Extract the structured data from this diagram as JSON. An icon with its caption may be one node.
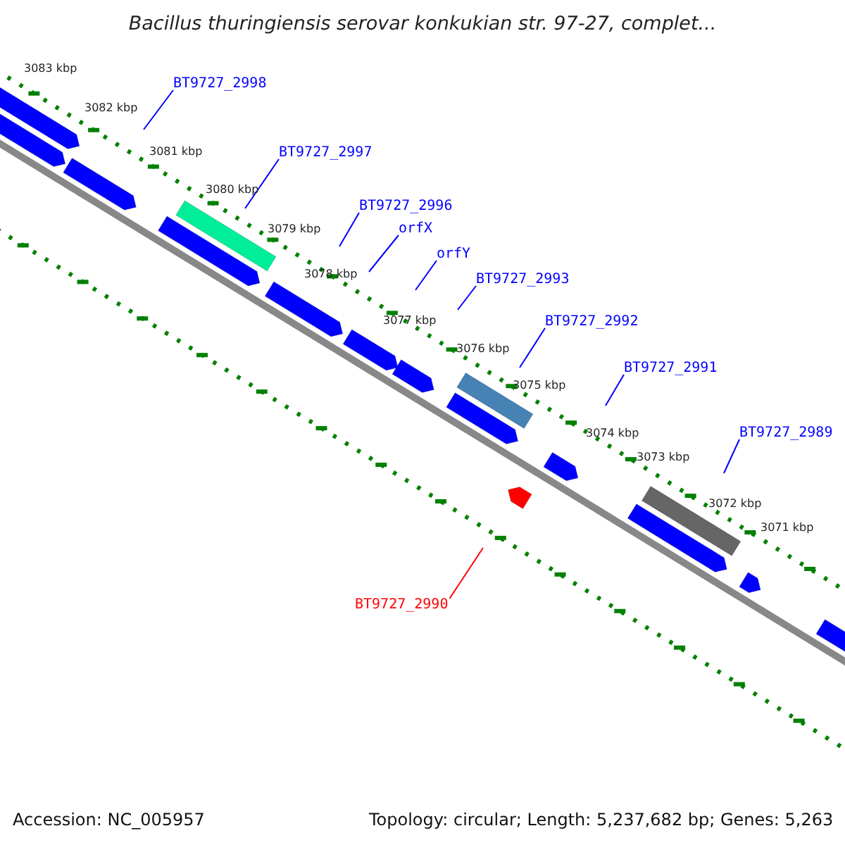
{
  "diagram": {
    "title": "Bacillus thuringiensis serovar konkukian str. 97-27, complet...",
    "nodes": [
      {
        "text": [
          "BT9727_2998"
        ]
      },
      {
        "text": [
          "BT9727_2997"
        ]
      },
      {
        "text": [
          "BT9727_2996"
        ]
      },
      {
        "text": [
          "orfX"
        ]
      },
      {
        "text": [
          "orfY"
        ]
      },
      {
        "text": [
          "BT9727_2993"
        ]
      },
      {
        "text": [
          "BT9727_2992"
        ]
      },
      {
        "text": [
          "BT9727_2991"
        ]
      },
      {
        "text": [
          "BT9727_2989"
        ]
      },
      {
        "text": [
          "BT9727_2990"
        ]
      }
    ],
    "edges": [
      {
        "from": 0,
        "to": null,
        "arrow": "none"
      },
      {
        "from": 1,
        "to": null,
        "arrow": "none"
      },
      {
        "from": 2,
        "to": null,
        "arrow": "none"
      },
      {
        "from": 3,
        "to": null,
        "arrow": "none"
      },
      {
        "from": 4,
        "to": null,
        "arrow": "none"
      },
      {
        "from": 5,
        "to": null,
        "arrow": "none"
      },
      {
        "from": 6,
        "to": null,
        "arrow": "none"
      },
      {
        "from": 7,
        "to": null,
        "arrow": "none"
      },
      {
        "from": 8,
        "to": null,
        "arrow": "none"
      },
      {
        "from": 9,
        "to": null,
        "arrow": "none",
        "color": "#ff0000"
      }
    ],
    "labels": [
      "3083 kbp",
      "3082 kbp",
      "3081 kbp",
      "3080 kbp",
      "3079 kbp",
      "3078 kbp",
      "3077 kbp",
      "3076 kbp",
      "3075 kbp",
      "3074 kbp",
      "3073 kbp",
      "3072 kbp",
      "3071 kbp",
      "Accession: NC_005957",
      "Topology: circular; Length: 5,237,682 bp; Genes: 5,263"
    ]
  }
}
